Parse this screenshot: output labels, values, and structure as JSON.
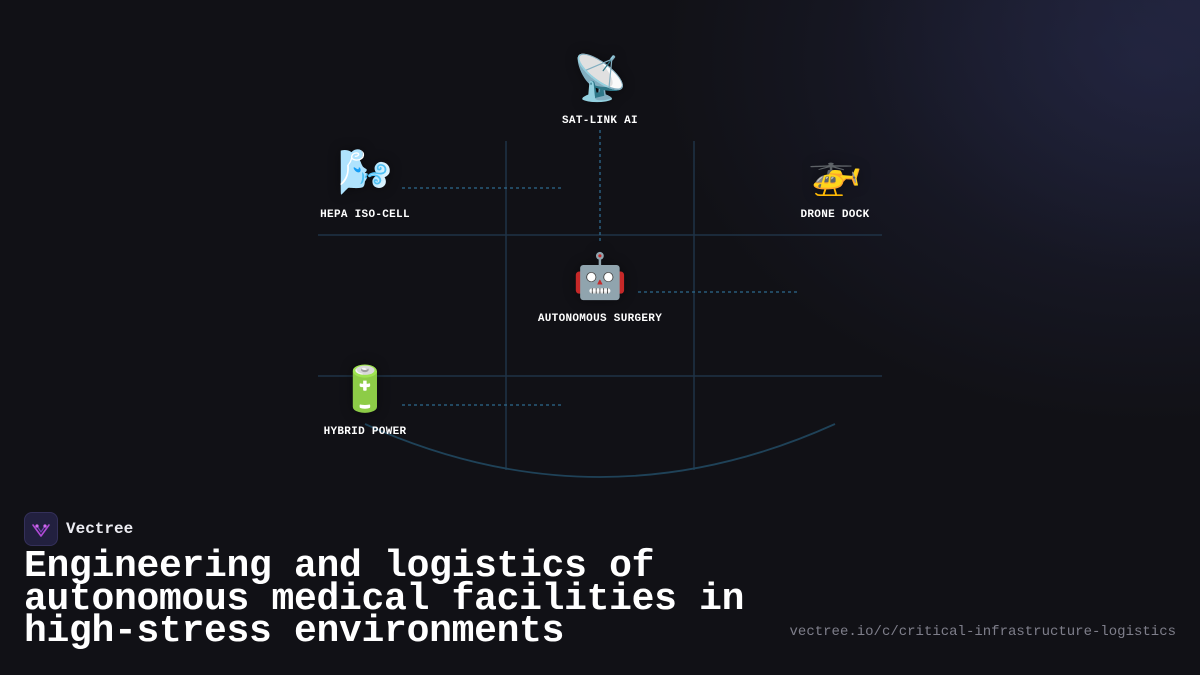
{
  "nodes": [
    {
      "id": "sat_link",
      "icon": "satellite-dish-icon",
      "emoji": "📡",
      "label": "SAT-LINK AI"
    },
    {
      "id": "hepa",
      "icon": "wind-face-icon",
      "emoji": "🌬️",
      "label": "HEPA ISO-CELL"
    },
    {
      "id": "drone",
      "icon": "helicopter-icon",
      "emoji": "🚁",
      "label": "DRONE DOCK"
    },
    {
      "id": "surgery",
      "icon": "robot-icon",
      "emoji": "🤖",
      "label": "AUTONOMOUS SURGERY"
    },
    {
      "id": "power",
      "icon": "battery-icon",
      "emoji": "🔋",
      "label": "HYBRID POWER"
    }
  ],
  "brand": {
    "name": "Vectree",
    "logo_icon": "vectree-logo-icon"
  },
  "headline": "Engineering and logistics of autonomous medical facilities in high-stress environments",
  "url": "vectree.io/c/critical-infrastructure-logistics",
  "colors": {
    "background": "#111116",
    "grid_line": "#1f3346",
    "connector": "#2e6a8e",
    "text": "#ffffff",
    "muted": "#7e7e8a",
    "logo_accent": "#b04ad6"
  }
}
